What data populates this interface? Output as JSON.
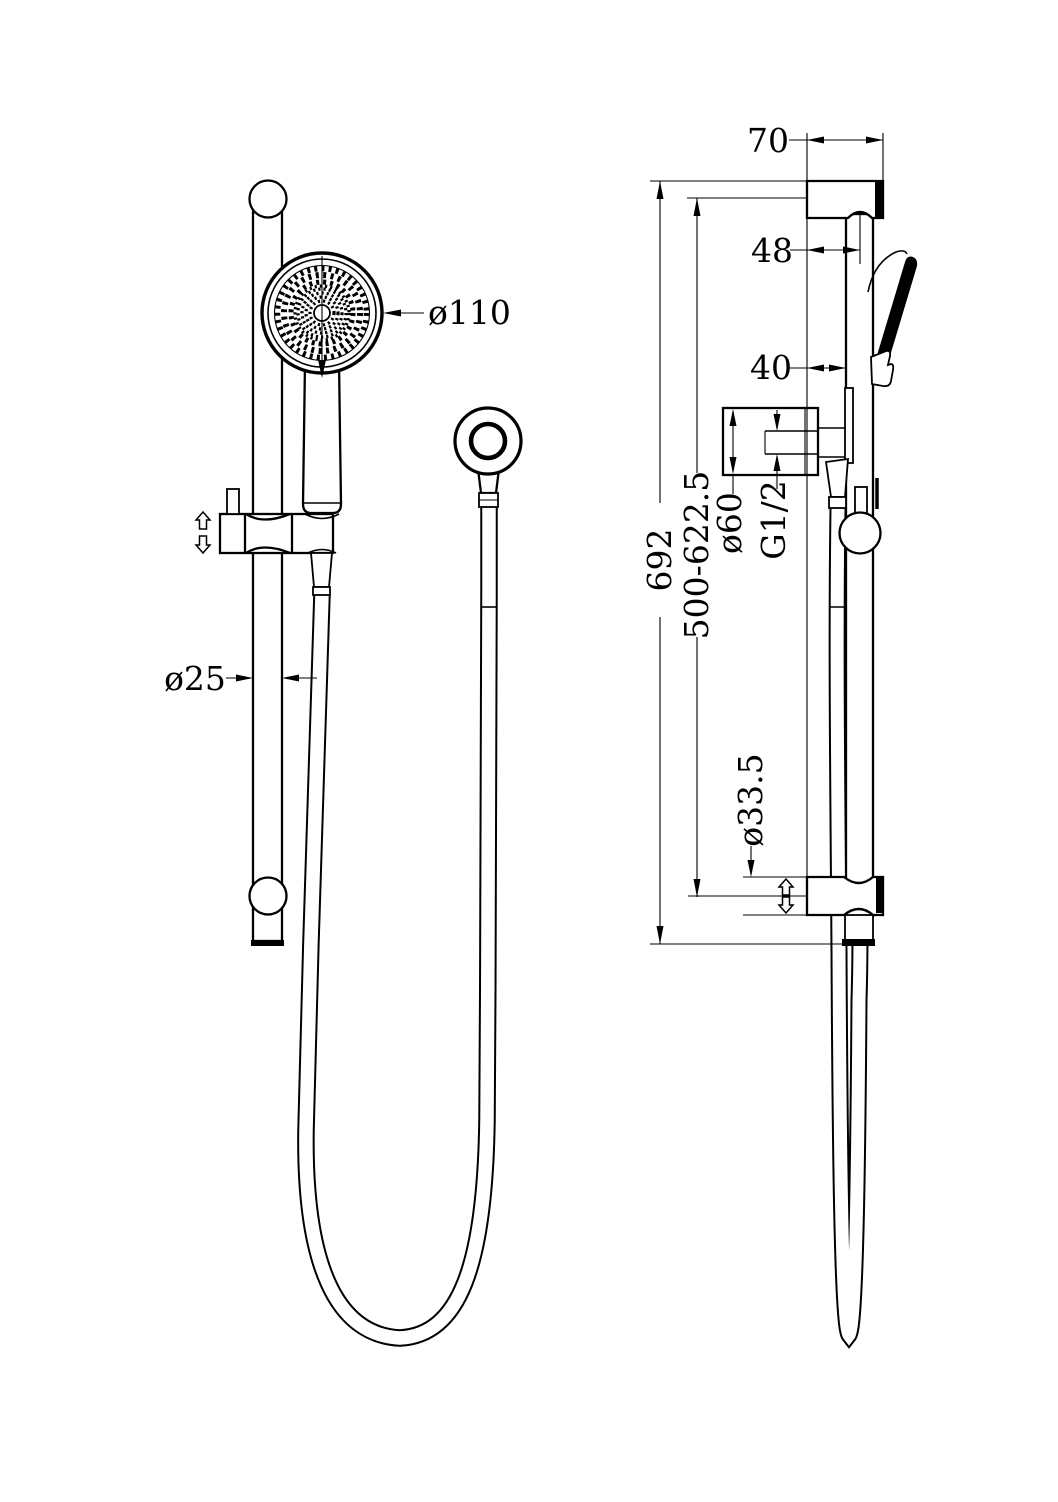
{
  "title": "Shower rail set technical drawing",
  "colors": {
    "line": "#000000",
    "background": "#ffffff"
  },
  "front_view": {
    "head_diameter_label": "ø110",
    "rail_diameter_label": "ø25"
  },
  "side_view": {
    "bracket_depth_label": "70",
    "rail_center_offset_label": "48",
    "holder_offset_label": "40",
    "overall_height_label": "692",
    "adjustable_range_label": "500-622.5",
    "flange_diameter_label": "ø60",
    "thread_size_label": "G1/2",
    "bracket_diameter_label": "ø33.5"
  }
}
